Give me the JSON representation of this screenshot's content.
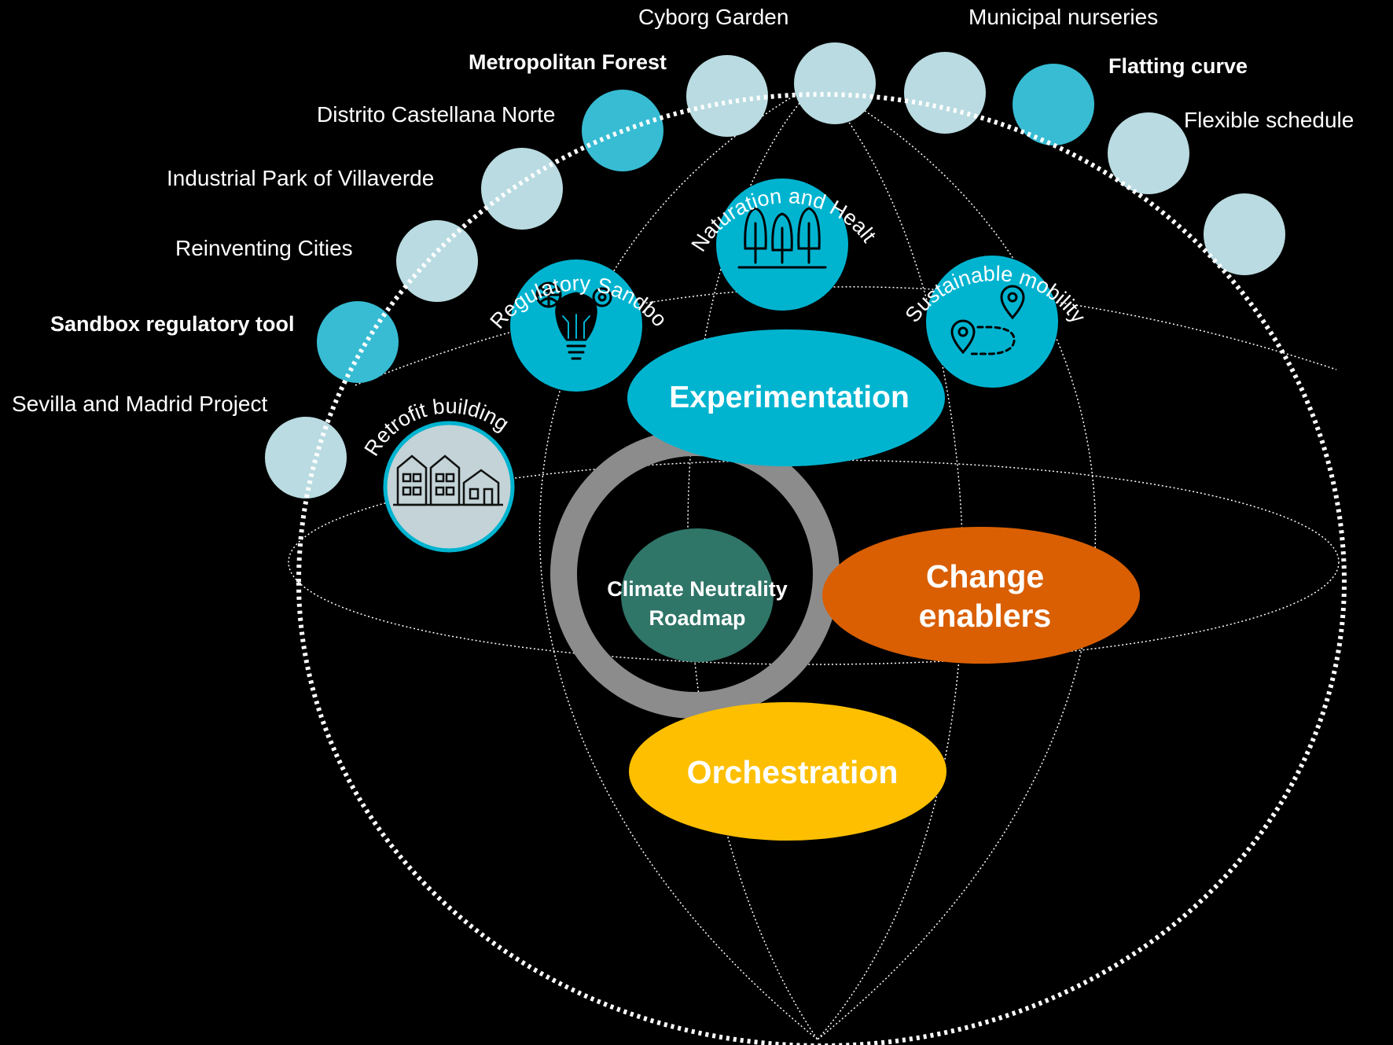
{
  "colors": {
    "background": "#000000",
    "cyan": "#00b4d0",
    "light_bubble": "#b9dbe1",
    "ring": "#8c8c8c",
    "green": "#2f7568",
    "orange": "#d95f02",
    "yellow": "#fdbf00",
    "white": "#ffffff"
  },
  "external_labels": {
    "cyborg_garden": "Cyborg Garden",
    "municipal_nurseries": "Municipal nurseries",
    "metropolitan_forest": "Metropolitan Forest",
    "flatting_curve": "Flatting curve",
    "distrito_castellana_norte": "Distrito Castellana Norte",
    "flexible_schedule": "Flexible schedule",
    "industrial_park_villaverde": "Industrial Park of Villaverde",
    "reinventing_cities": "Reinventing Cities",
    "sandbox_regulatory_tool": "Sandbox regulatory tool",
    "sevilla_madrid_project": "Sevilla and Madrid Project"
  },
  "themes": {
    "naturation_health": {
      "label": "Naturation and Health",
      "icon": "trees-icon"
    },
    "regulatory_sandbox": {
      "label": "Regulatory Sandbox",
      "icon": "lightbulb-circuit-icon"
    },
    "sustainable_mobility": {
      "label": "Sustainable mobility",
      "icon": "route-pins-icon"
    },
    "retrofit_building": {
      "label": "Retrofit  building",
      "icon": "buildings-icon"
    }
  },
  "core": {
    "experimentation": "Experimentation",
    "change_enablers_line1": "Change",
    "change_enablers_line2": "enablers",
    "orchestration": "Orchestration",
    "roadmap_line1": "Climate Neutrality",
    "roadmap_line2": "Roadmap"
  }
}
